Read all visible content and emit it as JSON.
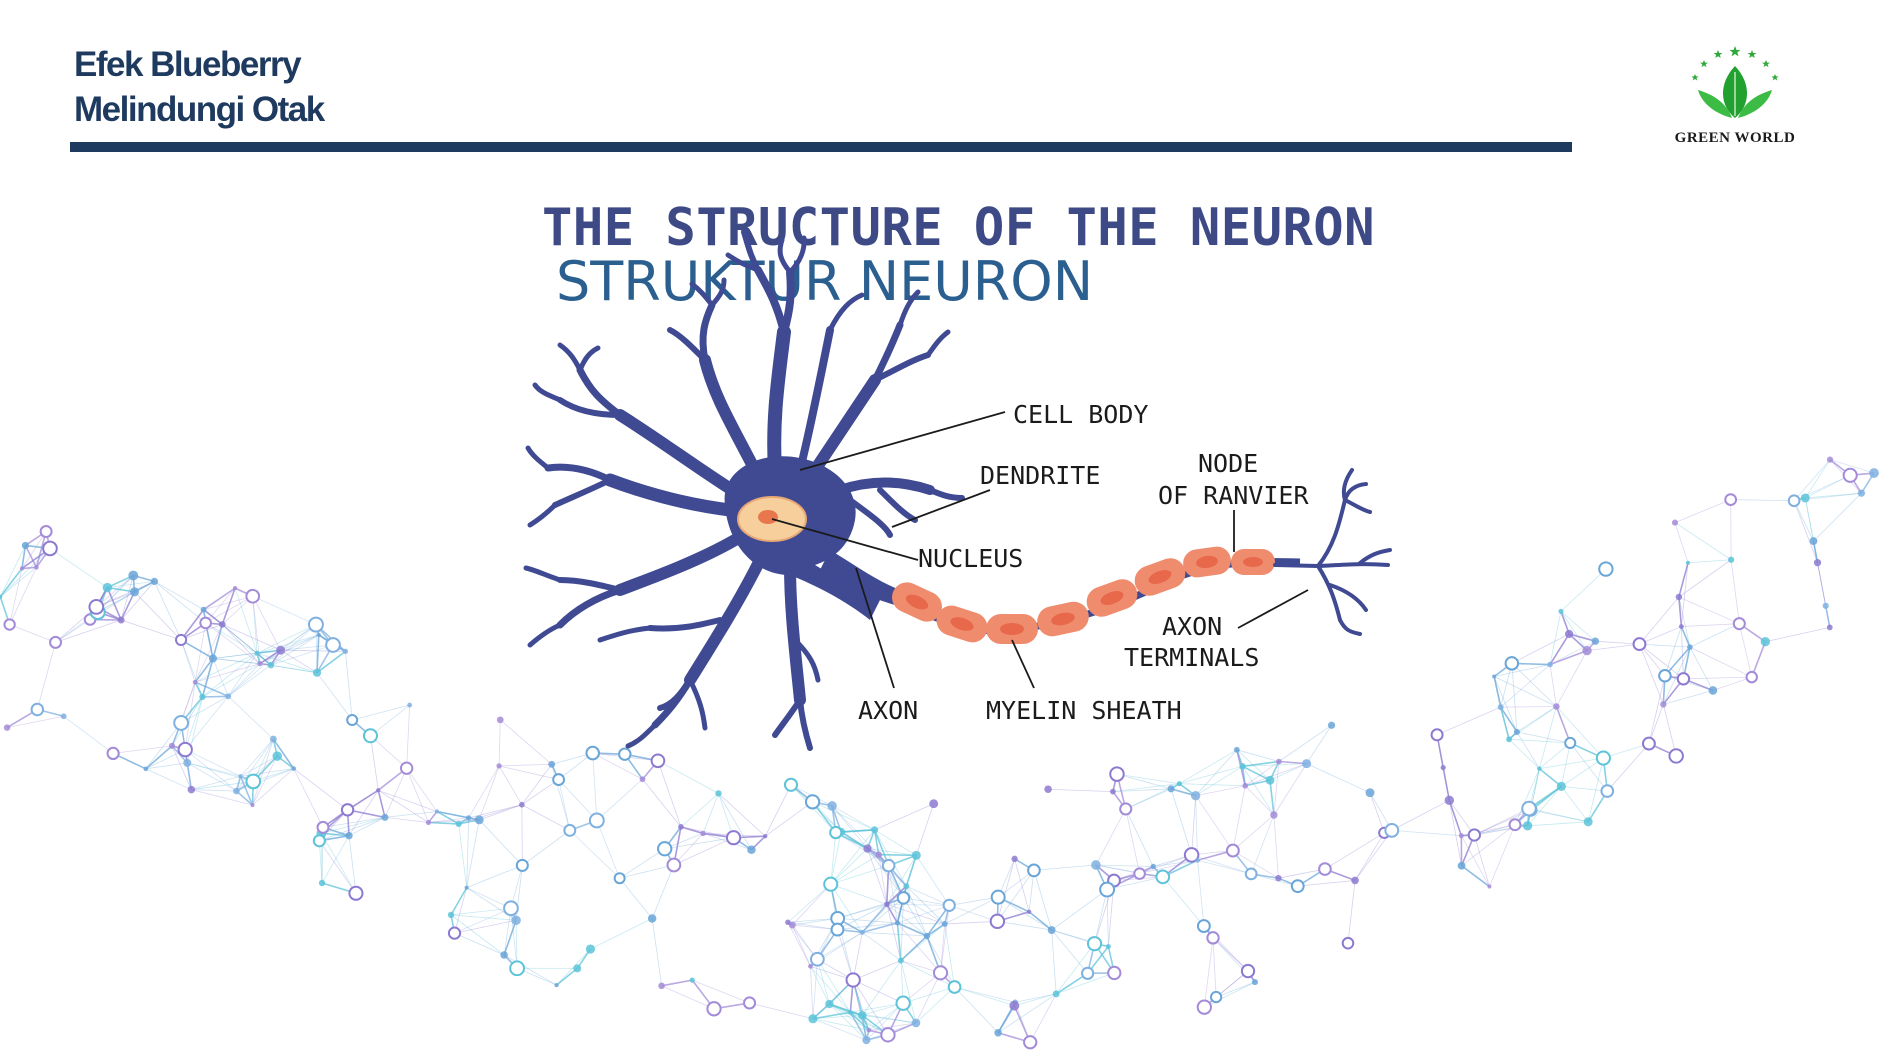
{
  "header": {
    "title_line1": "Efek Blueberry",
    "title_line2": "Melindungi Otak",
    "logo_text": "GREEN WORLD"
  },
  "diagram": {
    "title": "THE STRUCTURE OF THE NEURON",
    "subtitle": "STRUKTUR NEURON",
    "labels": {
      "cell_body": "CELL BODY",
      "dendrite": "DENDRITE",
      "node_line1": "NODE",
      "node_line2": "OF RANVIER",
      "nucleus": "NUCLEUS",
      "axon_terminals_line1": "AXON",
      "axon_terminals_line2": "TERMINALS",
      "axon": "AXON",
      "myelin_sheath": "MYELIN SHEATH"
    }
  },
  "colors": {
    "header_text": "#1f3a5f",
    "title": "#3d4a86",
    "subtitle": "#2b5f8f",
    "neuron": "#3f4a93",
    "myelin": "#f08c6e",
    "nucleus": "#f6cf9c",
    "logo_leaf": "#2eaa3a"
  }
}
